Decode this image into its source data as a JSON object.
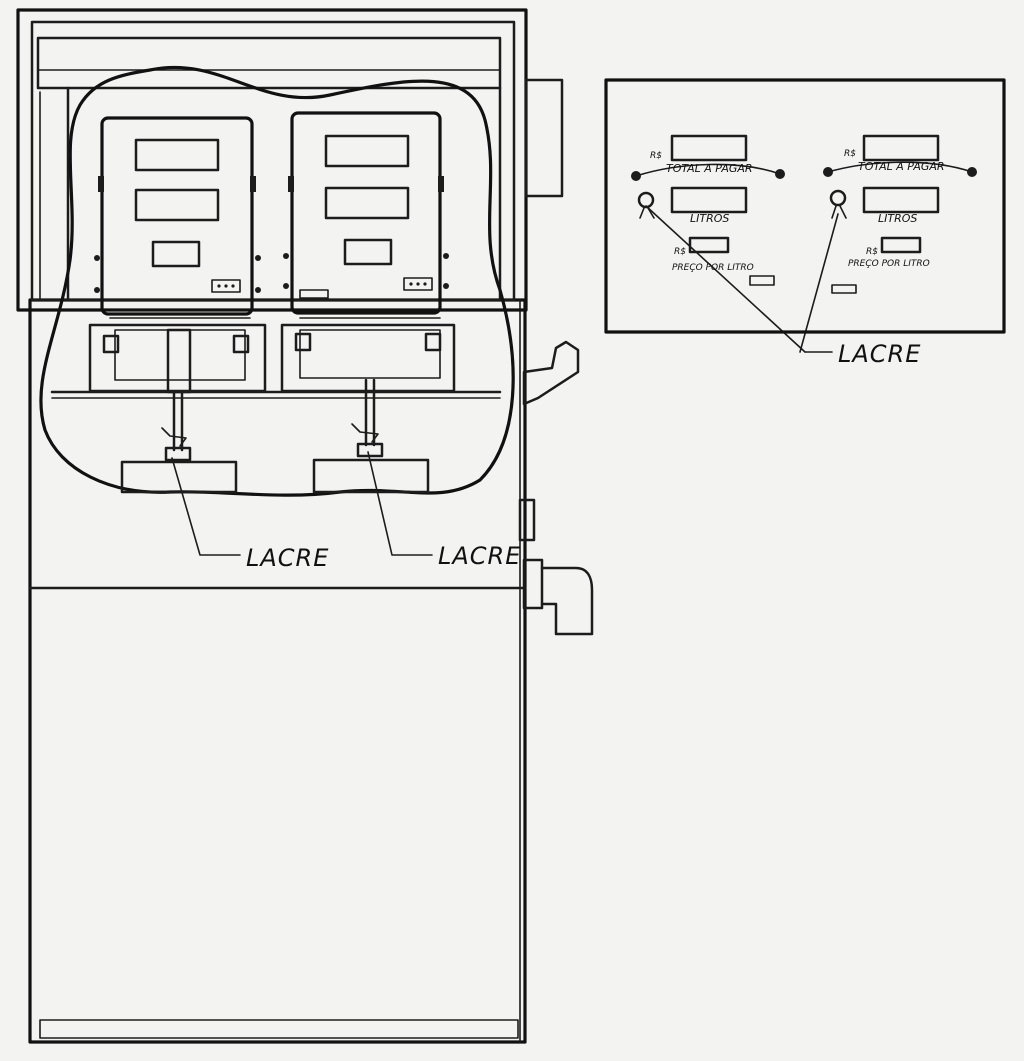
{
  "callouts": {
    "left_seal": "LACRE",
    "right_seal": "LACRE",
    "panel_seal": "LACRE"
  },
  "panel": {
    "left_display": {
      "currency": "R$",
      "total_label": "TOTAL A PAGAR",
      "liters_label": "LITROS",
      "price_currency": "R$",
      "price_label": "PREÇO POR LITRO"
    },
    "right_display": {
      "currency": "R$",
      "total_label": "TOTAL A PAGAR",
      "liters_label": "LITROS",
      "price_currency": "R$",
      "price_label": "PREÇO POR LITRO"
    }
  }
}
